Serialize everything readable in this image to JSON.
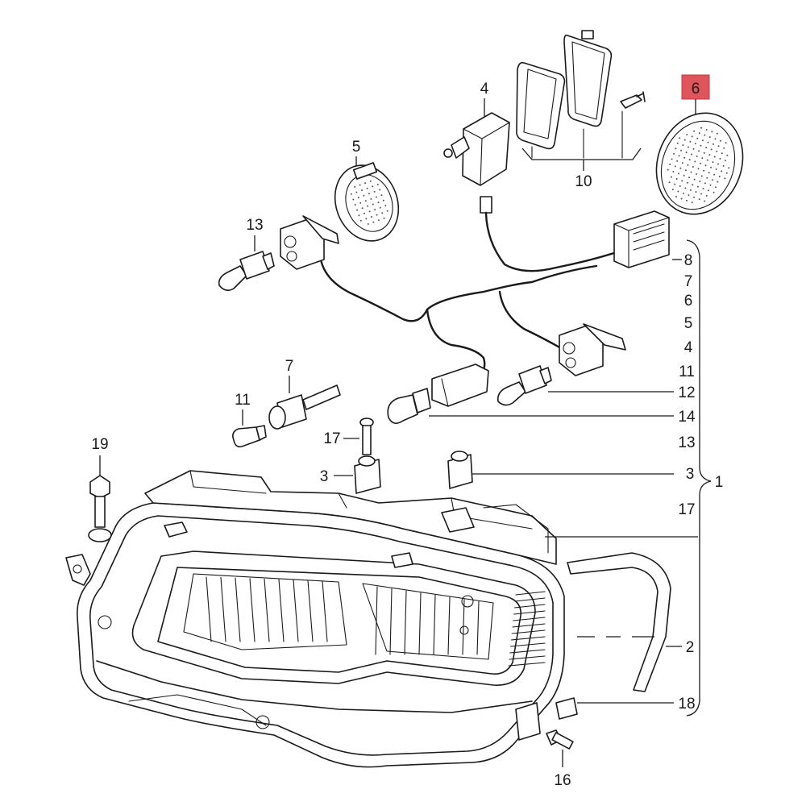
{
  "highlighted_part": "6",
  "callouts": {
    "c1": "1",
    "c2": "2",
    "c3a": "3",
    "c3b": "3",
    "c4": "4",
    "c5": "5",
    "c6": "6",
    "c7": "7",
    "c10": "10",
    "c11": "11",
    "c12": "12",
    "c13": "13",
    "c14": "14",
    "c16": "16",
    "c17": "17",
    "c18": "18",
    "c19": "19"
  },
  "right_list": [
    "8",
    "7",
    "6",
    "5",
    "4",
    "11",
    "12",
    "14",
    "13",
    "3",
    "17"
  ],
  "colors": {
    "highlight": "#e0555c",
    "ink": "#1a1a1a"
  }
}
